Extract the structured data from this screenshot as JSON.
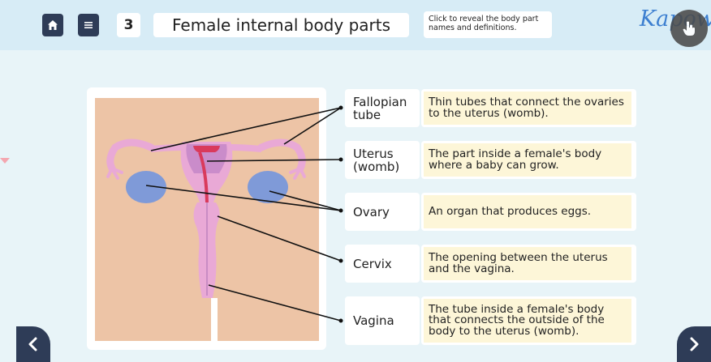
{
  "header": {
    "slide_number": "3",
    "title": "Female internal body parts",
    "hint": "Click to reveal the body part names and definitions.",
    "logo": "Kapow"
  },
  "parts": [
    {
      "name": "Fallopian tube",
      "definition": "Thin tubes that connect the ovaries to the uterus (womb)."
    },
    {
      "name": "Uterus (womb)",
      "definition": "The part inside a female's body where a baby can grow."
    },
    {
      "name": "Ovary",
      "definition": "An organ that produces eggs."
    },
    {
      "name": "Cervix",
      "definition": "The opening between the uterus and the vagina."
    },
    {
      "name": "Vagina",
      "definition": "The tube inside a female's body that connects the outside of the body to the uterus (womb)."
    }
  ],
  "icons": [
    "home-icon",
    "menu-icon",
    "hand-pointer-icon",
    "chevron-left-icon",
    "chevron-right-icon"
  ],
  "colors": {
    "navy": "#2e3c57",
    "background": "#e8f4f8",
    "skin": "#edc4a6",
    "organ": "#e9a9d6",
    "ovary": "#7f9ad8",
    "definition_bg": "#fdf6d8"
  }
}
